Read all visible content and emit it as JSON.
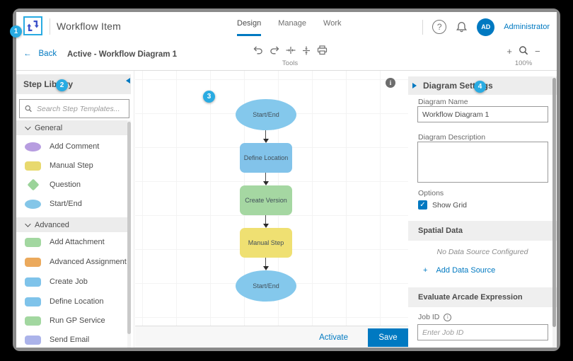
{
  "window": {
    "title": "Workflow Item"
  },
  "header": {
    "tabs": [
      {
        "label": "Design"
      },
      {
        "label": "Manage"
      },
      {
        "label": "Work"
      }
    ],
    "active_tab": "Design",
    "user_initials": "AD",
    "user_name": "Administrator"
  },
  "toolbar": {
    "back_label": "Back",
    "diagram_title": "Active - Workflow Diagram 1",
    "tools_label": "Tools",
    "zoom_percent": "100%"
  },
  "icons": {
    "back_arrow": "←",
    "help": "?",
    "zoom_in": "+",
    "zoom_out": "−",
    "plus": "+",
    "info_i": "i",
    "check": "✓"
  },
  "callouts": [
    "1",
    "2",
    "3",
    "4"
  ],
  "step_library": {
    "title": "Step Library",
    "search_placeholder": "Search Step Templates...",
    "sections": [
      {
        "label": "General",
        "items": [
          {
            "label": "Add Comment",
            "shape": "ellipse",
            "color": "#b79de0"
          },
          {
            "label": "Manual Step",
            "shape": "rect",
            "color": "#e8d96e"
          },
          {
            "label": "Question",
            "shape": "diamond",
            "color": "#9bd39a"
          },
          {
            "label": "Start/End",
            "shape": "ellipse",
            "color": "#84c6e8"
          }
        ]
      },
      {
        "label": "Advanced",
        "items": [
          {
            "label": "Add Attachment",
            "shape": "rect",
            "color": "#a2d7a0"
          },
          {
            "label": "Advanced Assignment",
            "shape": "rect",
            "color": "#eba95c"
          },
          {
            "label": "Create Job",
            "shape": "rect",
            "color": "#7fc3ea"
          },
          {
            "label": "Define Location",
            "shape": "rect",
            "color": "#7fc3ea"
          },
          {
            "label": "Run GP Service",
            "shape": "rect",
            "color": "#a2d7a0"
          },
          {
            "label": "Send Email",
            "shape": "rect",
            "color": "#abb3ea"
          }
        ]
      }
    ]
  },
  "canvas": {
    "nodes": [
      {
        "label": "Start/End",
        "shape": "ellipse",
        "color": "#84c8ec"
      },
      {
        "label": "Define Location",
        "shape": "rect",
        "color": "#82c3ea"
      },
      {
        "label": "Create Version",
        "shape": "rect",
        "color": "#a5d7a2"
      },
      {
        "label": "Manual Step",
        "shape": "rect",
        "color": "#efe072"
      },
      {
        "label": "Start/End",
        "shape": "ellipse",
        "color": "#84c8ec"
      }
    ],
    "footer": {
      "activate_label": "Activate",
      "save_label": "Save"
    }
  },
  "settings": {
    "title": "Diagram Settings",
    "name_label": "Diagram Name",
    "name_value": "Workflow Diagram 1",
    "description_label": "Diagram Description",
    "options_label": "Options",
    "show_grid_label": "Show Grid",
    "show_grid_checked": true,
    "spatial_title": "Spatial Data",
    "spatial_empty": "No Data Source Configured",
    "add_data_source_label": "Add Data Source",
    "arcade_title": "Evaluate Arcade Expression",
    "job_id_label": "Job ID",
    "job_id_placeholder": "Enter Job ID"
  },
  "colors": {
    "accent_blue": "#0079c1",
    "callout_blue": "#29abe2",
    "save_button": "#0079c1"
  }
}
